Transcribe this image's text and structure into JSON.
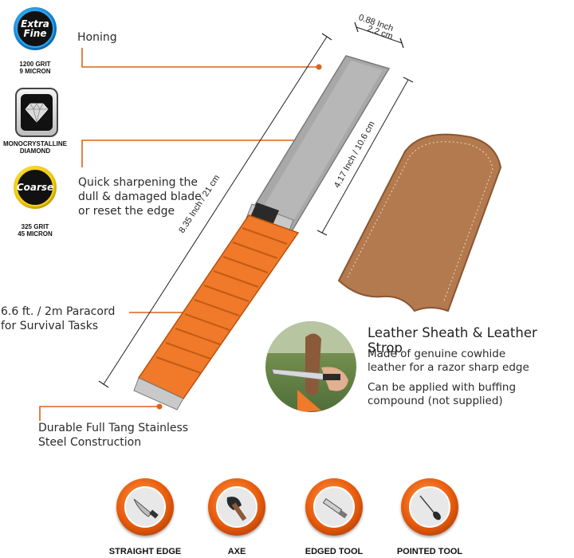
{
  "badges": {
    "fine": {
      "text_line1": "Extra",
      "text_line2": "Fine",
      "caption_line1": "1200 GRIT",
      "caption_line2": "9 MICRON",
      "color": "#0d7fd0"
    },
    "diamond": {
      "caption_line1": "MONOCRYSTALLINE",
      "caption_line2": "DIAMOND"
    },
    "coarse": {
      "text": "Coarse",
      "caption_line1": "325 GRIT",
      "caption_line2": "45 MICRON",
      "color": "#e8c300"
    }
  },
  "labels": {
    "honing": "Honing",
    "quick_line1": "Quick sharpening the",
    "quick_line2": "dull & damaged blade",
    "quick_line3": "or reset the edge",
    "paracord_line1": "6.6 ft. / 2m Paracord",
    "paracord_line2": "for Survival Tasks",
    "tang_line1": "Durable Full Tang Stainless",
    "tang_line2": "Steel Construction"
  },
  "dimensions": {
    "width_inch": "0.88 Inch",
    "width_cm": "2.2 cm",
    "length": "8.35 Inch / 21 cm",
    "plate_length": "4.17 Inch / 10.6 cm"
  },
  "sheath": {
    "title": "Leather Sheath & Leather Strop",
    "desc1_line1": "Made of genuine cowhide",
    "desc1_line2": "leather for a razor sharp edge",
    "desc2_line1": "Can be applied with buffing",
    "desc2_line2": "compound (not supplied)"
  },
  "tools": [
    {
      "label": "STRAIGHT EDGE",
      "icon": "straight-edge-knife-icon"
    },
    {
      "label": "AXE",
      "icon": "axe-icon"
    },
    {
      "label": "EDGED TOOL",
      "icon": "chisel-icon"
    },
    {
      "label": "POINTED TOOL",
      "icon": "awl-icon"
    }
  ],
  "colors": {
    "accent": "#e8620f",
    "leader": "#d9641b",
    "paracord": "#f07a2a",
    "leather": "#b27a4e"
  }
}
